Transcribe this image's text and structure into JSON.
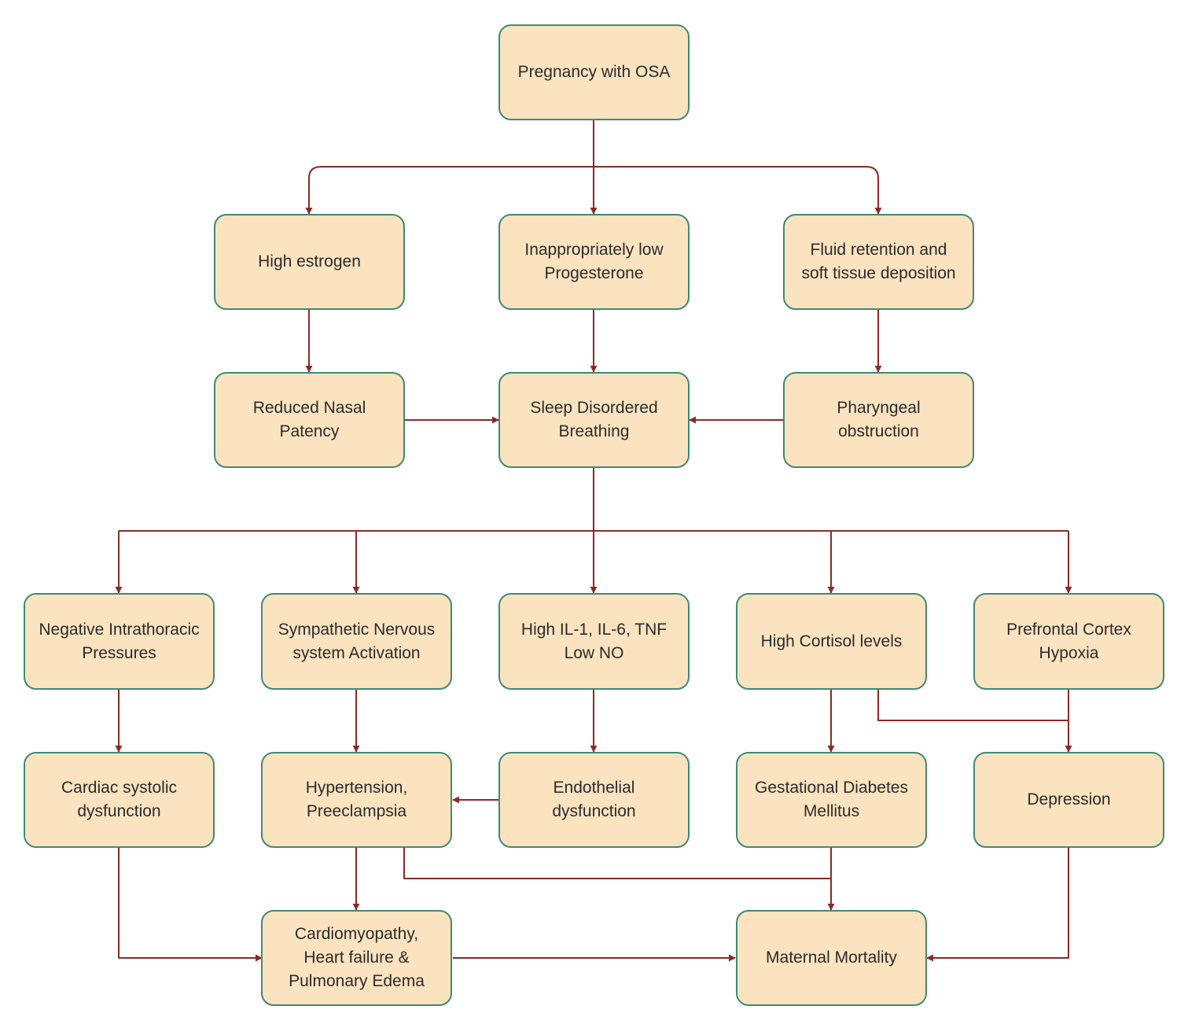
{
  "colors": {
    "node_fill": "#fbe3c0",
    "node_border": "#3f8a72",
    "arrow": "#8b2a25"
  },
  "nodes": {
    "pregnancy_osa": "Pregnancy with OSA",
    "high_estrogen": "High estrogen",
    "low_progesterone": "Inappropriately low\nProgesterone",
    "fluid_retention": "Fluid retention and\nsoft tissue deposition",
    "reduced_nasal_patency": "Reduced Nasal\nPatency",
    "sleep_disordered_breathing": "Sleep Disordered\nBreathing",
    "pharyngeal_obstruction": "Pharyngeal\nobstruction",
    "negative_intrathoracic": "Negative Intrathoracic\nPressures",
    "sympathetic_activation": "Sympathetic Nervous\nsystem Activation",
    "inflammatory_markers": "High IL-1, IL-6, TNF\nLow NO",
    "high_cortisol": "High Cortisol levels",
    "prefrontal_hypoxia": "Prefrontal Cortex\nHypoxia",
    "cardiac_systolic_dysfunction": "Cardiac systolic\ndysfunction",
    "hypertension_preeclampsia": "Hypertension,\nPreeclampsia",
    "endothelial_dysfunction": "Endothelial\ndysfunction",
    "gestational_diabetes": "Gestational Diabetes\nMellitus",
    "depression": "Depression",
    "cardiomyopathy": "Cardiomyopathy,\nHeart failure &\nPulmonary Edema",
    "maternal_mortality": "Maternal Mortality"
  }
}
